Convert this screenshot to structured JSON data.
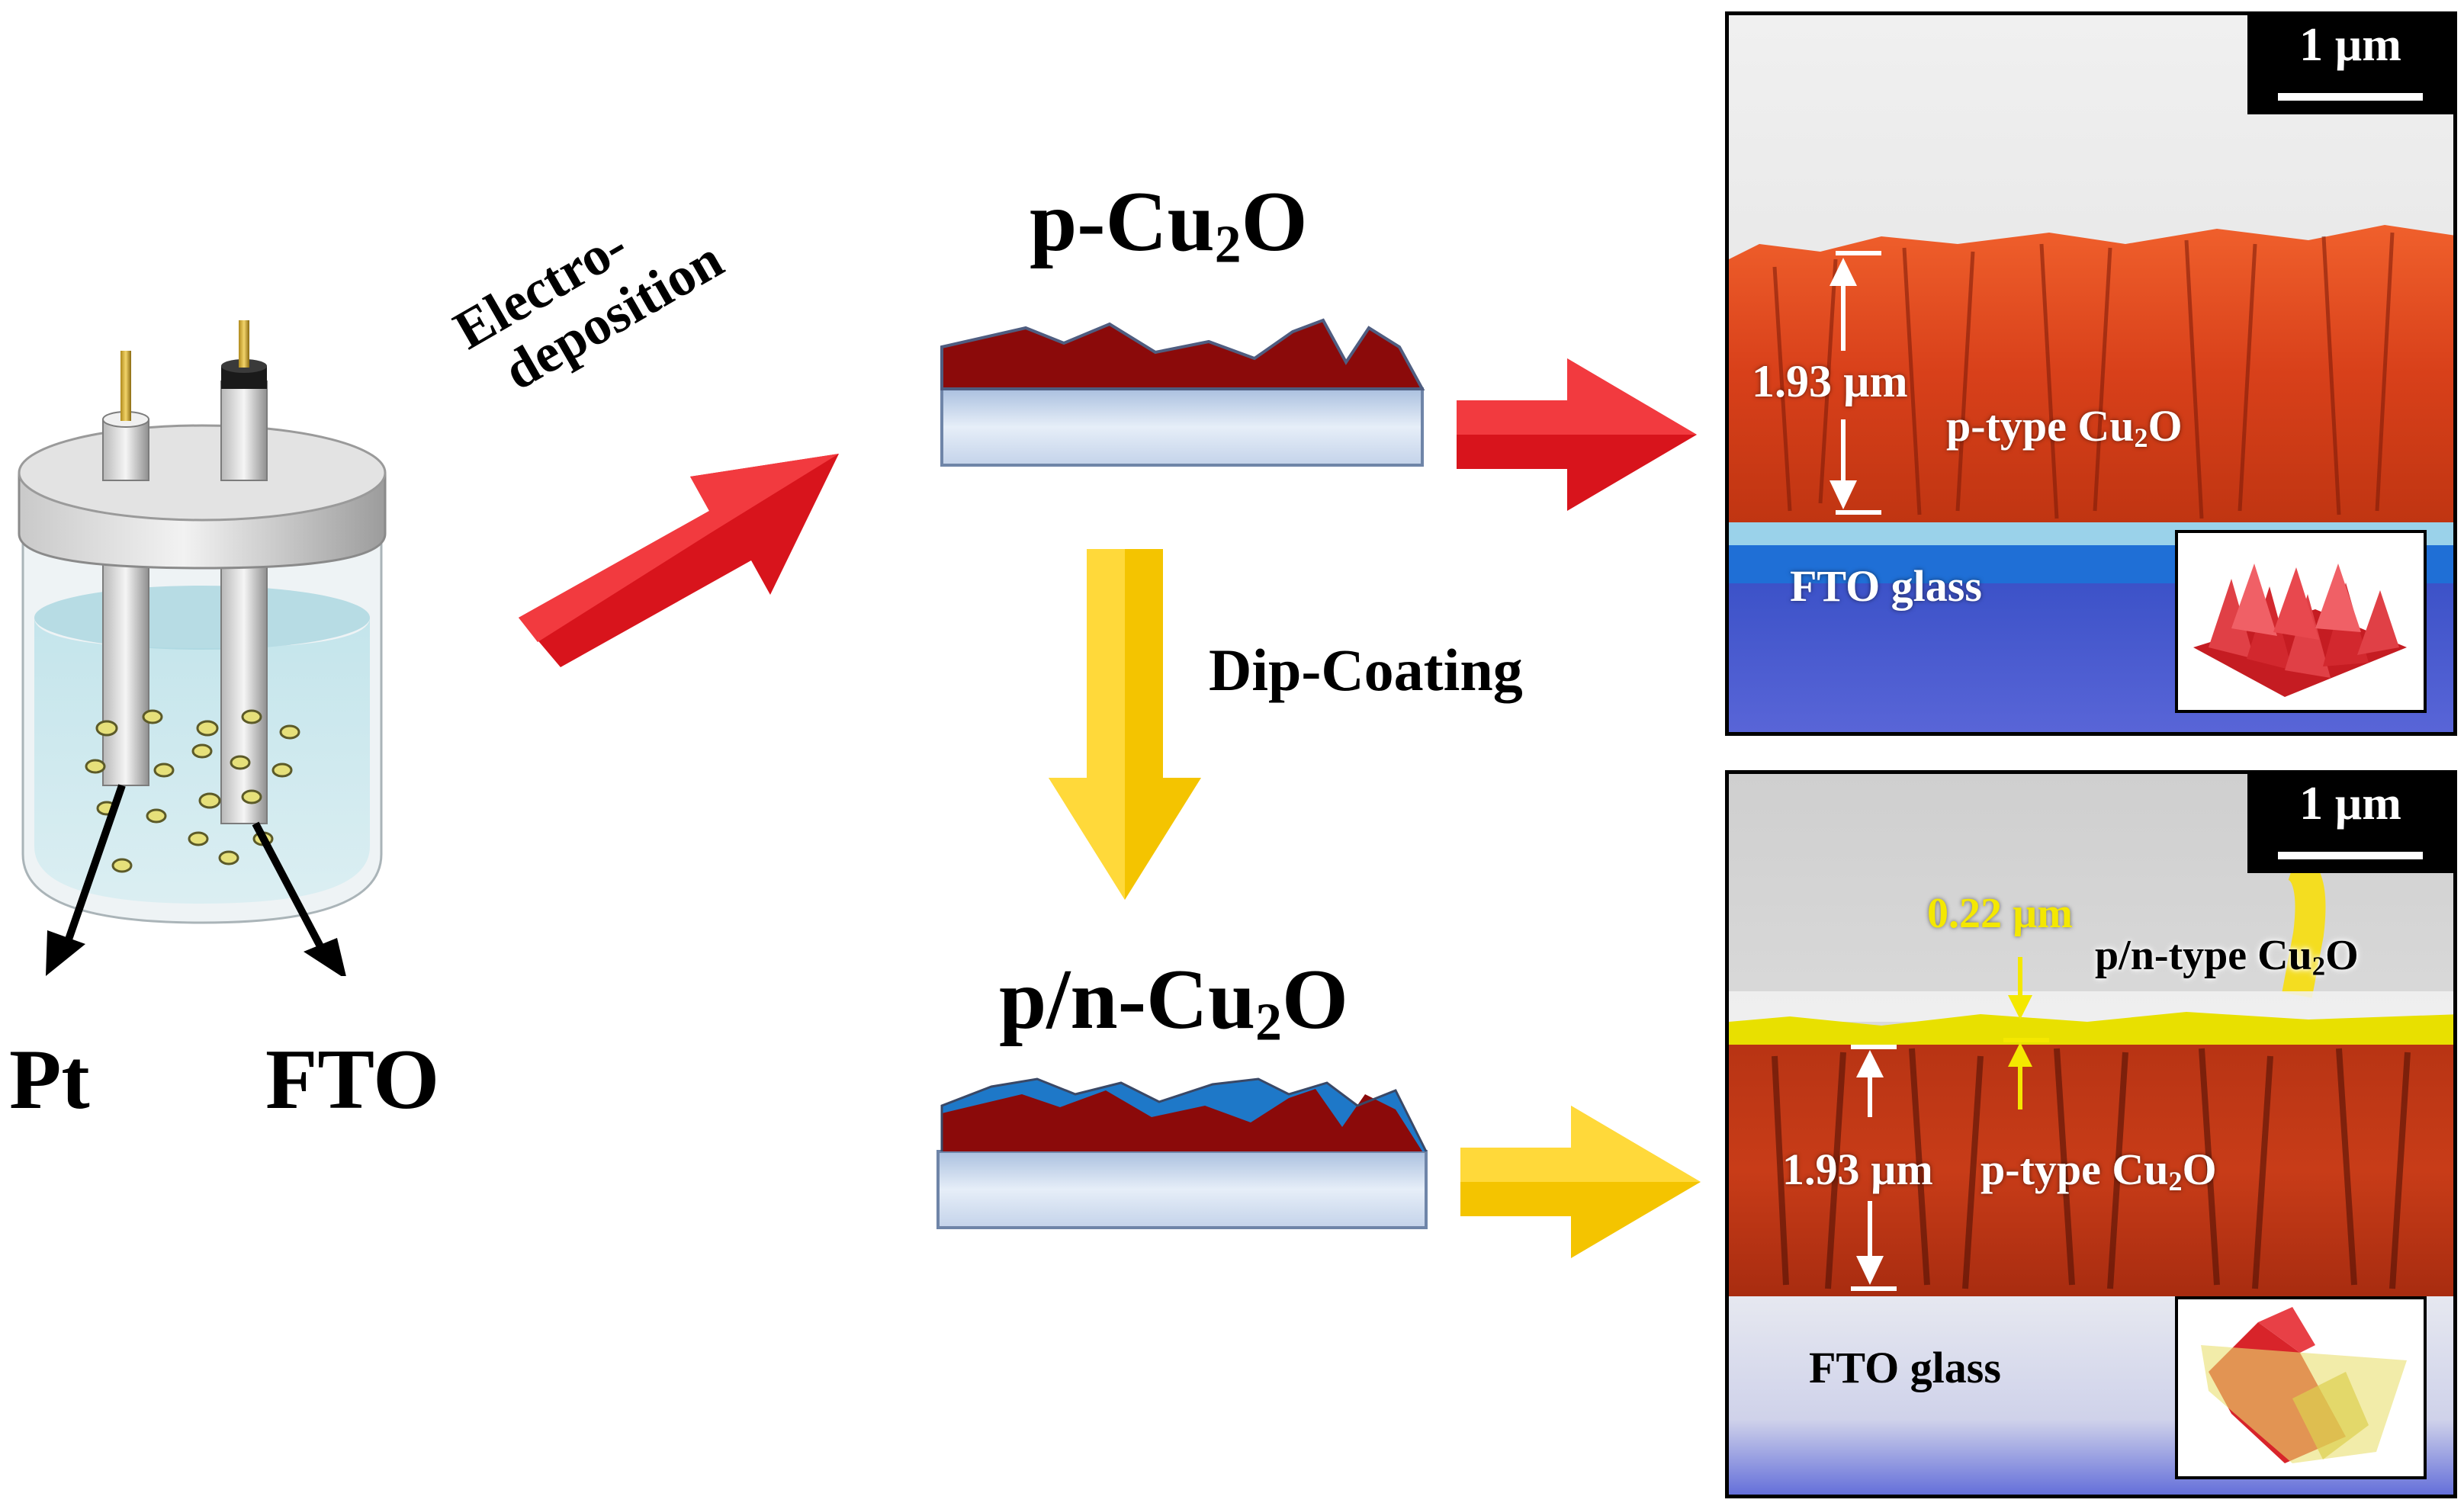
{
  "cell": {
    "electrode_left_label": "Pt",
    "electrode_right_label": "FTO"
  },
  "steps": {
    "electrodeposition_line1": "Electro-",
    "electrodeposition_line2": "deposition",
    "dip_coating": "Dip-Coating"
  },
  "films": {
    "p_prefix": "p-Cu",
    "p_sub": "2",
    "p_suffix": "O",
    "pn_prefix": "p/n-Cu",
    "pn_sub": "2",
    "pn_suffix": "O"
  },
  "sem_top": {
    "scale": "1 µm",
    "thickness": "1.93 µm",
    "layer_prefix": "p-type Cu",
    "layer_sub": "2",
    "layer_suffix": "O",
    "substrate": "FTO glass"
  },
  "sem_bottom": {
    "scale": "1 µm",
    "n_thickness": "0.22 µm",
    "n_layer_prefix": "p/n-type Cu",
    "n_layer_sub": "2",
    "n_layer_suffix": "O",
    "thickness": "1.93 µm",
    "layer_prefix": "p-type Cu",
    "layer_sub": "2",
    "layer_suffix": "O",
    "substrate": "FTO glass"
  },
  "colors": {
    "p_type": "#8b0a0a",
    "n_type": "#1e78c8",
    "substrate": "#c9d9ef",
    "arrow_red": "#d8141c",
    "arrow_yellow": "#f4c400",
    "sem_p_layer": "#e0441a",
    "sem_fto": "#3b4fd0",
    "sem_n_layer": "#e8e000"
  }
}
